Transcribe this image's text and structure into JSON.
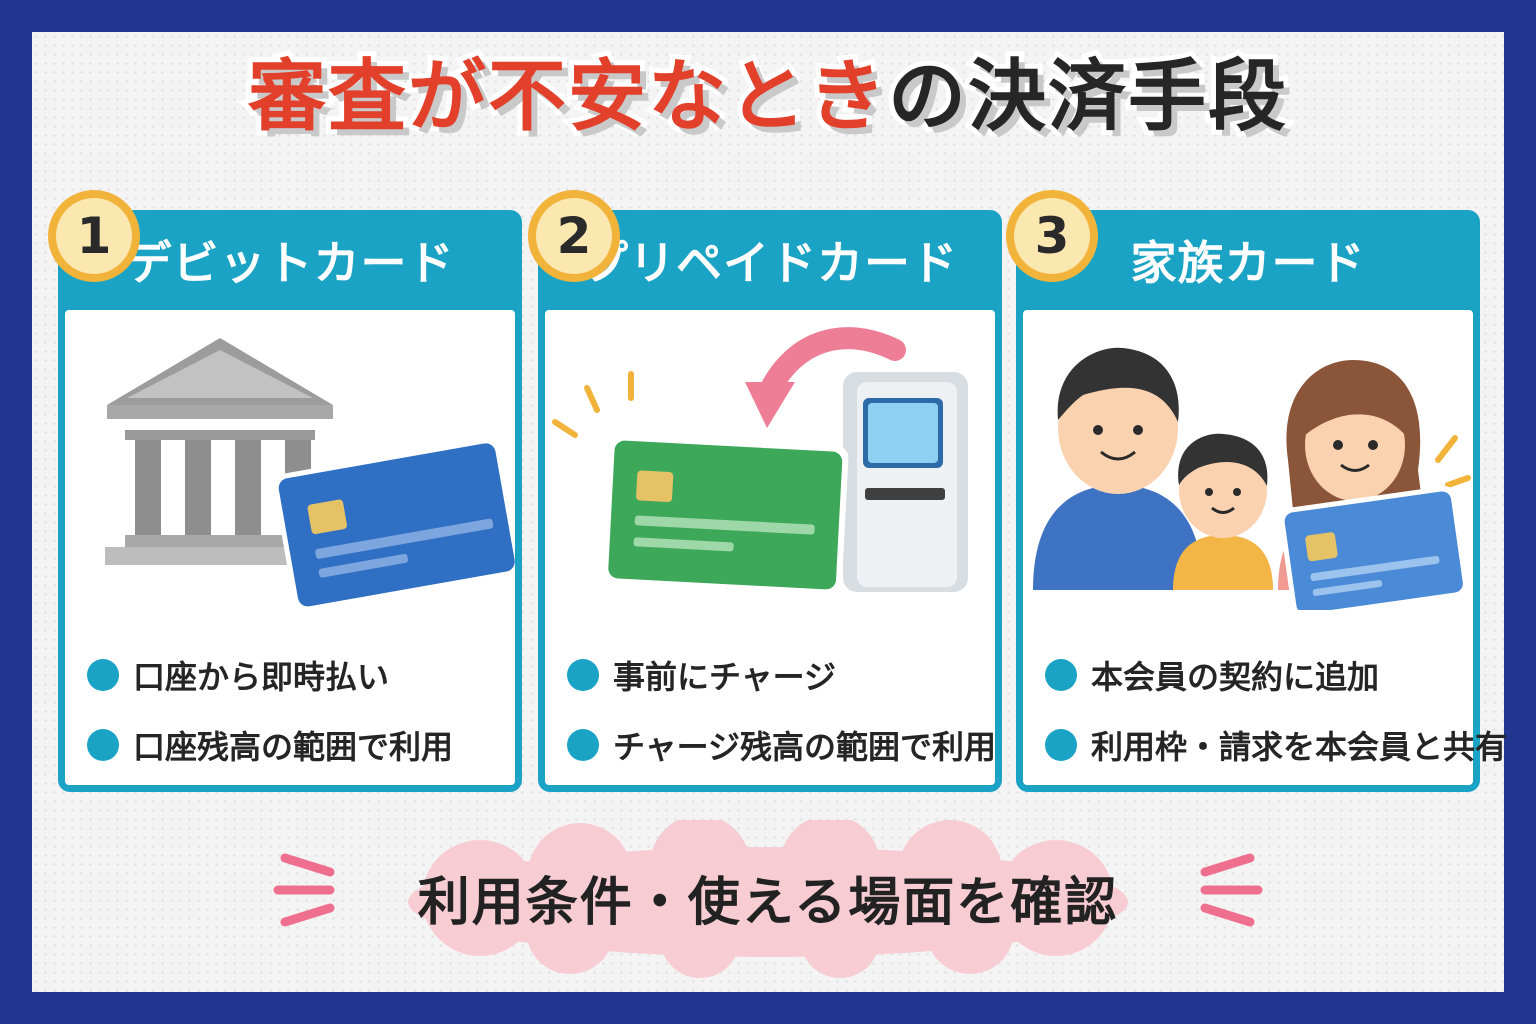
{
  "title": {
    "part1": "審査が不安なとき",
    "part2": "の決済手段"
  },
  "colors": {
    "accent": "#1aa3c4",
    "title_red": "#e2402a",
    "frame": "#22358f",
    "badge": "#f2b33a",
    "cloud": "#f7cdd3"
  },
  "cards": [
    {
      "number": "1",
      "title": "デビットカード",
      "icon": "bank-and-card-icon",
      "bullets": [
        "口座から即時払い",
        "口座残高の範囲で利用"
      ]
    },
    {
      "number": "2",
      "title": "プリペイドカード",
      "icon": "prepaid-card-and-machine-icon",
      "bullets": [
        "事前にチャージ",
        "チャージ残高の範囲で利用"
      ]
    },
    {
      "number": "3",
      "title": "家族カード",
      "icon": "family-and-card-icon",
      "bullets": [
        "本会員の契約に追加",
        "利用枠・請求を本会員と共有"
      ]
    }
  ],
  "footer": {
    "text": "利用条件・使える場面を確認"
  }
}
